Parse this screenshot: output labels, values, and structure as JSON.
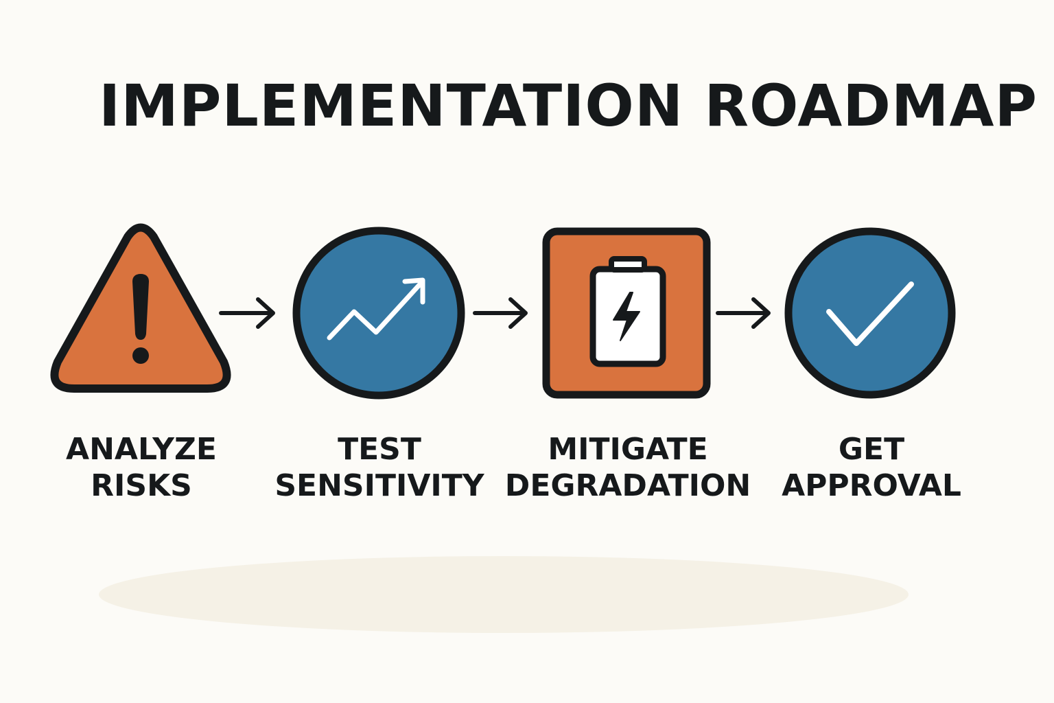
{
  "title": "IMPLEMENTATION ROADMAP",
  "colors": {
    "background": "#fcfbf7",
    "outline": "#16191b",
    "orange": "#d9733e",
    "blue": "#3578a3",
    "shadow": "#f5f1e6"
  },
  "steps": [
    {
      "line1": "ANALYZE",
      "line2": "RISKS",
      "icon": "warning-triangle-icon",
      "color": "orange"
    },
    {
      "line1": "TEST",
      "line2": "SENSITIVITY",
      "icon": "trending-up-icon",
      "color": "blue"
    },
    {
      "line1": "MITIGATE",
      "line2": "DEGRADATION",
      "icon": "battery-charging-icon",
      "color": "orange"
    },
    {
      "line1": "GET",
      "line2": "APPROVAL",
      "icon": "checkmark-icon",
      "color": "blue"
    }
  ]
}
